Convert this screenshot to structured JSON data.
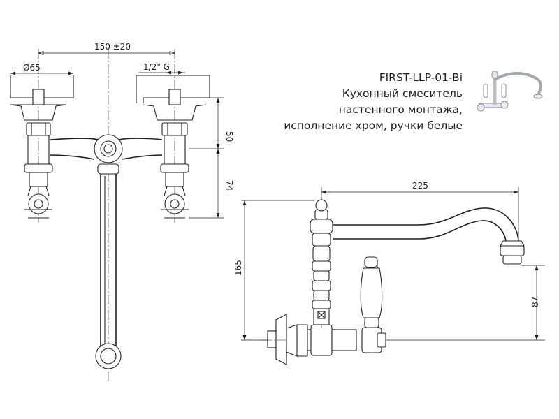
{
  "product": {
    "model": "FIRST-LLP-01-Bi",
    "description_lines": [
      "Кухонный смеситель",
      "настенного монтажа,",
      "исполнение хром, ручки белые"
    ]
  },
  "dimensions": {
    "spacing": "150 ±20",
    "diameter": "Ø65",
    "thread": "1/2\" G",
    "height_50": "50",
    "height_74": "74",
    "spout_reach": "225",
    "total_height": "165",
    "spout_height": "87"
  },
  "colors": {
    "line": "#231f20",
    "background": "#ffffff"
  }
}
